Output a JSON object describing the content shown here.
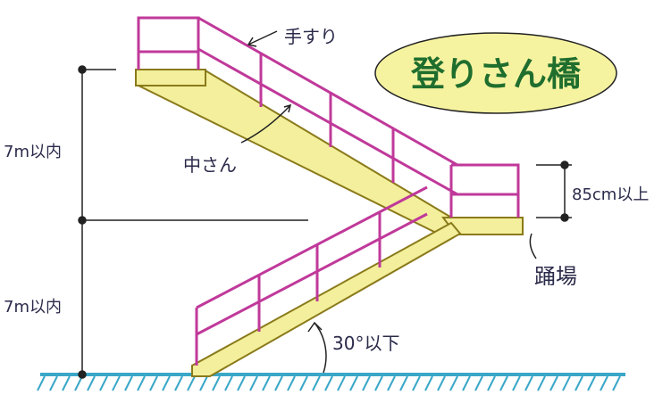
{
  "diagram": {
    "title": "登りさん橋",
    "labels": {
      "handrail": "手すり",
      "mid_rail": "中さん",
      "landing": "踊場",
      "upper_height": "7m以内",
      "lower_height": "7m以内",
      "rail_height": "85cm以上",
      "slope": "30°以下"
    },
    "colors": {
      "rail": "#c0399a",
      "deck": "#f3ef9c",
      "deck_edge": "#8a7a1a",
      "ink": "#222222",
      "ground": "#3aa7c8",
      "title_fill": "#f6f3a0",
      "title_text": "#1f6e2e"
    }
  }
}
